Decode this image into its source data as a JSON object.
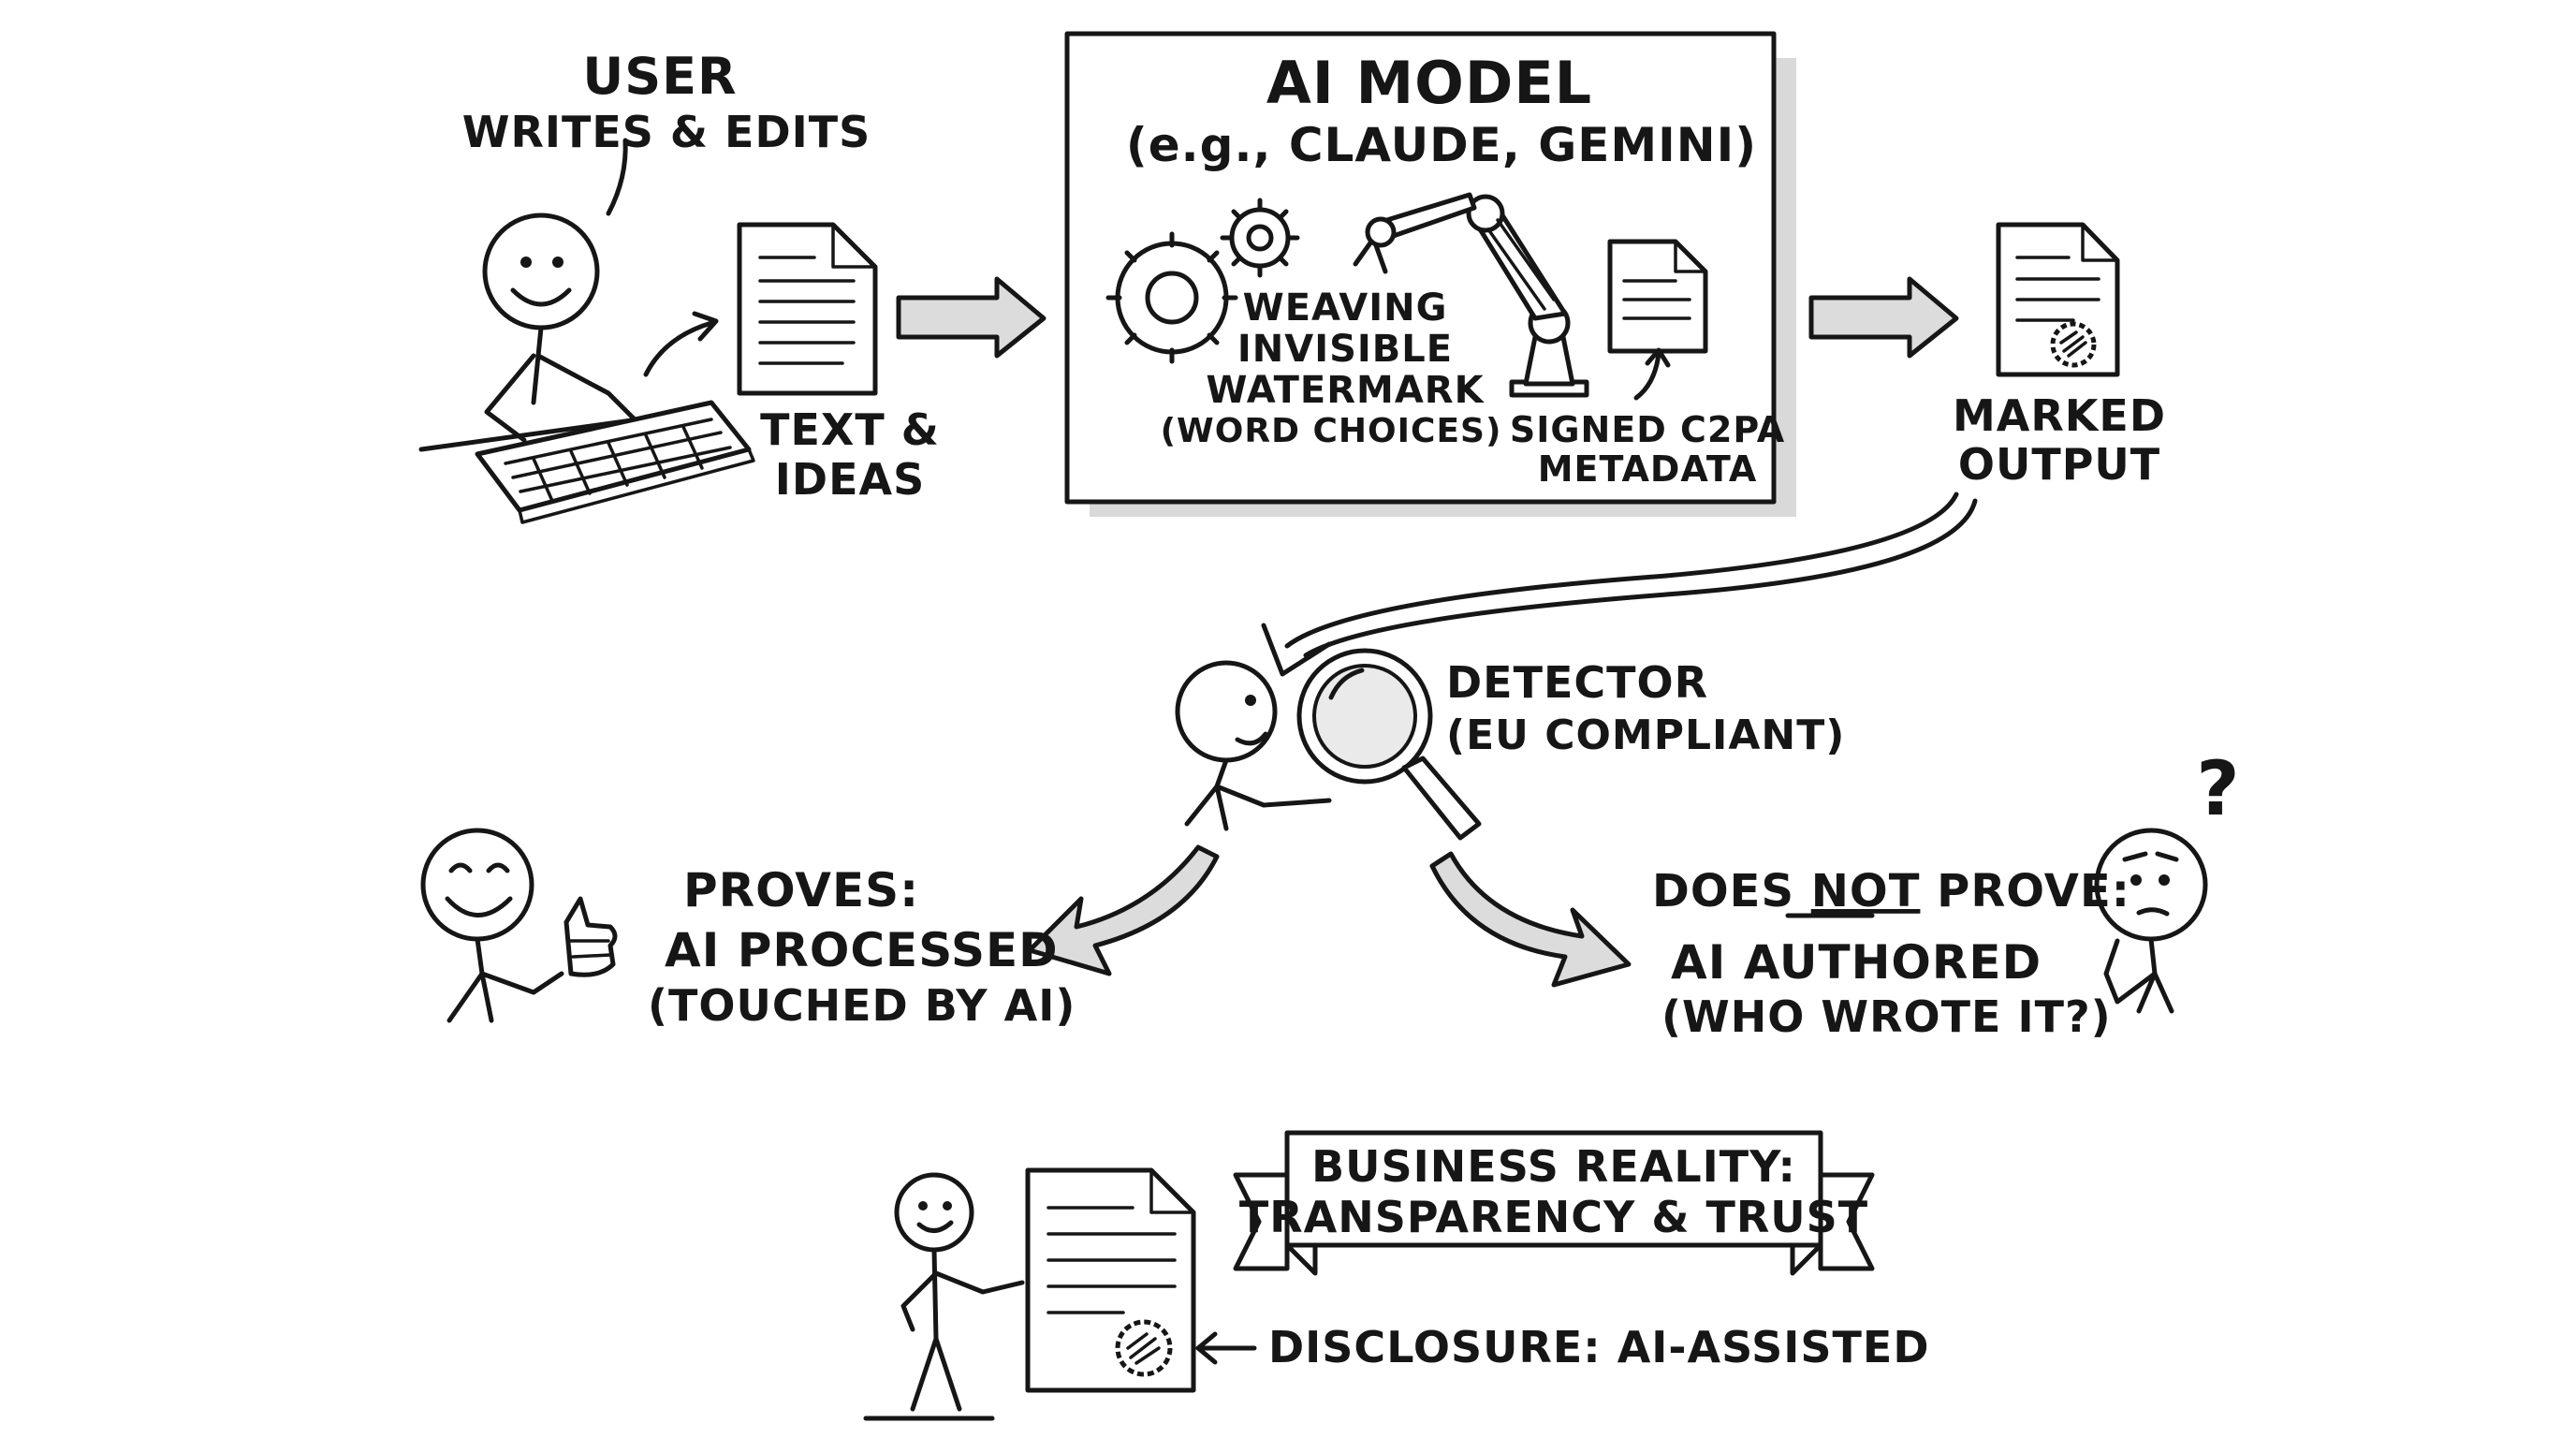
{
  "user": {
    "title": "USER",
    "subtitle": "WRITES & EDITS"
  },
  "text_ideas": {
    "line1": "TEXT &",
    "line2": "IDEAS"
  },
  "ai_model": {
    "title": "AI MODEL",
    "subtitle": "(e.g., CLAUDE, GEMINI)"
  },
  "watermark": {
    "line1": "WEAVING",
    "line2": "INVISIBLE",
    "line3": "WATERMARK",
    "line4": "(WORD CHOICES)"
  },
  "c2pa": {
    "line1": "SIGNED C2PA",
    "line2": "METADATA"
  },
  "marked_output": {
    "line1": "MARKED",
    "line2": "OUTPUT"
  },
  "detector": {
    "title": "DETECTOR",
    "subtitle": "(EU COMPLIANT)"
  },
  "proves": {
    "heading": "PROVES:",
    "line1": "AI PROCESSED",
    "line2": "(TOUCHED BY AI)"
  },
  "not_prove": {
    "pre": "DOES ",
    "not": "NOT",
    "post": " PROVE:",
    "line1": "AI AUTHORED",
    "line2": "(WHO WROTE IT?)"
  },
  "banner": {
    "line1": "BUSINESS REALITY:",
    "line2": "TRANSPARENCY & TRUST"
  },
  "disclosure": "DISCLOSURE: AI-ASSISTED",
  "question_mark": "?"
}
